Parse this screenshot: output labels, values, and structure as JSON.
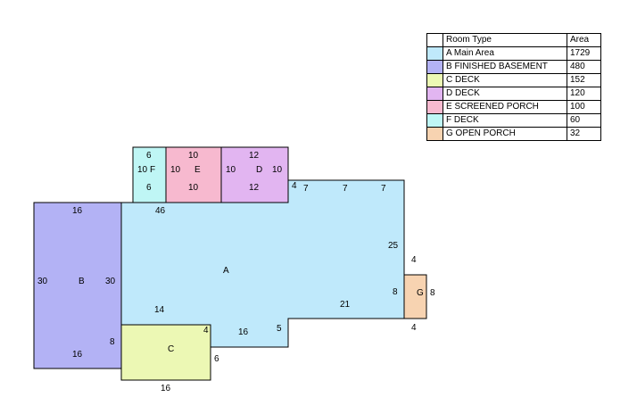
{
  "legend": {
    "header": {
      "type": "Room Type",
      "area": "Area"
    },
    "rows": [
      {
        "label": "A Main Area",
        "area": "1729",
        "color": "#bfe9fb"
      },
      {
        "label": "B FINISHED BASEMENT",
        "area": "480",
        "color": "#b3b2f5"
      },
      {
        "label": "C DECK",
        "area": "152",
        "color": "#ecf8b4"
      },
      {
        "label": "D DECK",
        "area": "120",
        "color": "#e2b5f1"
      },
      {
        "label": "E SCREENED PORCH",
        "area": "100",
        "color": "#f7b9cf"
      },
      {
        "label": "F DECK",
        "area": "60",
        "color": "#bff6f5"
      },
      {
        "label": "G OPEN PORCH",
        "area": "32",
        "color": "#f7d3b1"
      }
    ]
  },
  "rooms": {
    "A": {
      "label": "A",
      "dims": [
        "46",
        "4",
        "7",
        "7",
        "7",
        "25",
        "4",
        "8",
        "4",
        "21",
        "5",
        "16",
        "4",
        "14"
      ]
    },
    "B": {
      "label": "B",
      "dims": [
        "16",
        "30",
        "30",
        "16",
        "8"
      ]
    },
    "C": {
      "label": "C",
      "dims": [
        "6",
        "16"
      ]
    },
    "D": {
      "label": "D",
      "dims": [
        "12",
        "10",
        "10",
        "12"
      ]
    },
    "E": {
      "label": "E",
      "dims": [
        "10",
        "10",
        "10"
      ]
    },
    "F": {
      "label": "F",
      "dims": [
        "6",
        "10",
        "6"
      ]
    },
    "G": {
      "label": "G",
      "dims": [
        "8"
      ]
    }
  }
}
